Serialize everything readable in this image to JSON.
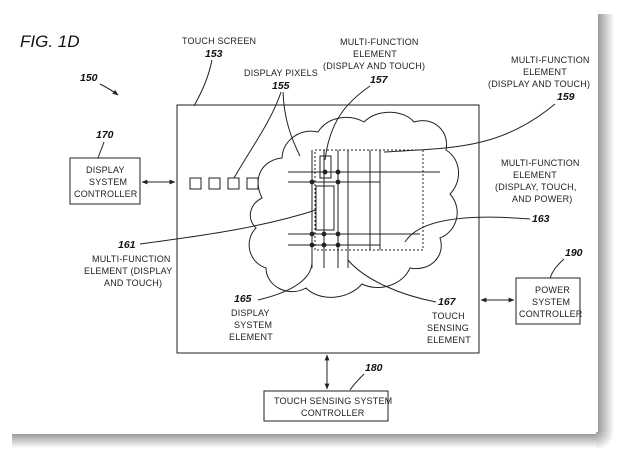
{
  "figure_label": "FIG. 1D",
  "refs": {
    "system": "150",
    "touch_screen": "153",
    "display_pixels": "155",
    "mfe_157": "157",
    "mfe_159": "159",
    "mfe_161": "161",
    "mfe_163": "163",
    "display_system_element": "165",
    "touch_sensing_element": "167",
    "display_system_controller": "170",
    "touch_sensing_system_controller": "180",
    "power_system_controller": "190"
  },
  "labels": {
    "touch_screen": "TOUCH SCREEN",
    "display_pixels": "DISPLAY PIXELS",
    "mfe_157": [
      "MULTI-FUNCTION",
      "ELEMENT",
      "(DISPLAY AND TOUCH)"
    ],
    "mfe_159": [
      "MULTI-FUNCTION",
      "ELEMENT",
      "(DISPLAY AND TOUCH)"
    ],
    "mfe_163": [
      "MULTI-FUNCTION",
      "ELEMENT",
      "(DISPLAY, TOUCH,",
      "AND POWER)"
    ],
    "mfe_161": [
      "MULTI-FUNCTION",
      "ELEMENT (DISPLAY",
      "AND TOUCH)"
    ],
    "display_system_element": [
      "DISPLAY",
      "SYSTEM",
      "ELEMENT"
    ],
    "touch_sensing_element": [
      "TOUCH",
      "SENSING",
      "ELEMENT"
    ],
    "display_system_controller": [
      "DISPLAY",
      "SYSTEM",
      "CONTROLLER"
    ],
    "power_system_controller": [
      "POWER",
      "SYSTEM",
      "CONTROLLER"
    ],
    "touch_sensing_system_controller": [
      "TOUCH SENSING SYSTEM",
      "CONTROLLER"
    ]
  }
}
